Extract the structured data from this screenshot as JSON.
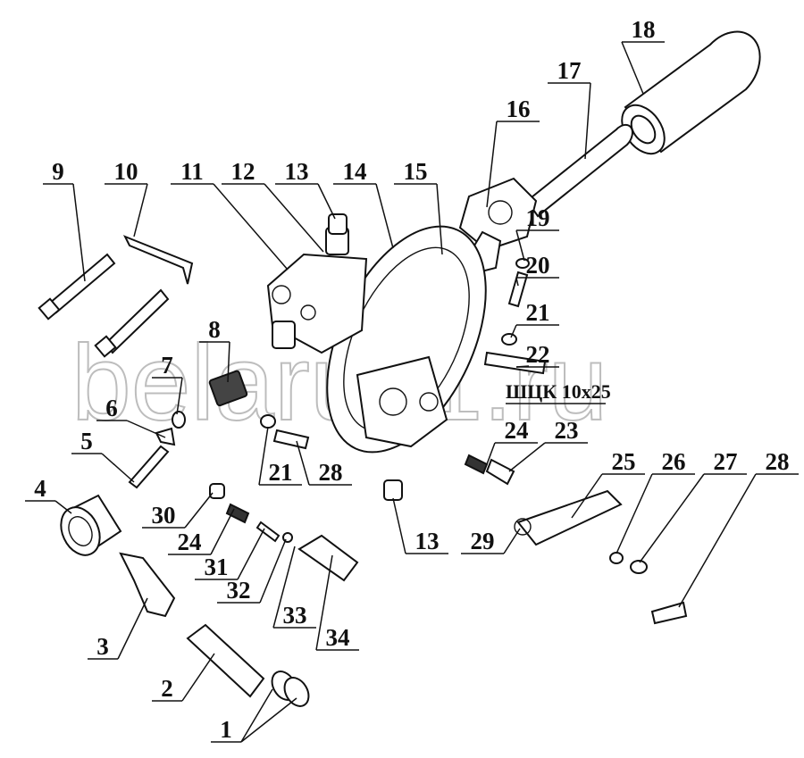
{
  "diagram": {
    "watermark": "belarus1.ru",
    "note": "ШЦК 10x25",
    "labels": [
      {
        "text": "18"
      },
      {
        "text": "17"
      },
      {
        "text": "16"
      },
      {
        "text": "15"
      },
      {
        "text": "14"
      },
      {
        "text": "13"
      },
      {
        "text": "12"
      },
      {
        "text": "11"
      },
      {
        "text": "10"
      },
      {
        "text": "9"
      },
      {
        "text": "19"
      },
      {
        "text": "20"
      },
      {
        "text": "21"
      },
      {
        "text": "22"
      },
      {
        "text": "8"
      },
      {
        "text": "7"
      },
      {
        "text": "6"
      },
      {
        "text": "5"
      },
      {
        "text": "4"
      },
      {
        "text": "30"
      },
      {
        "text": "24"
      },
      {
        "text": "31"
      },
      {
        "text": "32"
      },
      {
        "text": "33"
      },
      {
        "text": "34"
      },
      {
        "text": "3"
      },
      {
        "text": "2"
      },
      {
        "text": "1"
      },
      {
        "text": "21"
      },
      {
        "text": "28"
      },
      {
        "text": "24"
      },
      {
        "text": "23"
      },
      {
        "text": "13"
      },
      {
        "text": "25"
      },
      {
        "text": "26"
      },
      {
        "text": "27"
      },
      {
        "text": "28"
      },
      {
        "text": "29"
      }
    ]
  }
}
